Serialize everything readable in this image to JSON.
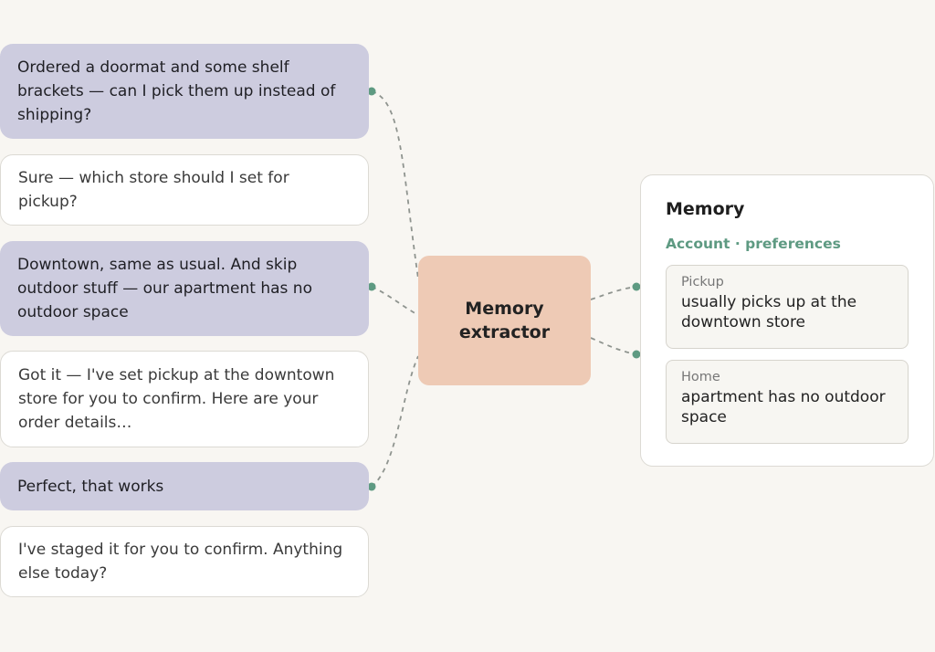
{
  "conversation": [
    {
      "role": "user",
      "text": "Ordered a doormat and some shelf brackets — can I pick them up instead of shipping?"
    },
    {
      "role": "assistant",
      "text": "Sure — which store should I set for pickup?"
    },
    {
      "role": "user",
      "text": "Downtown, same as usual. And skip outdoor stuff — our apartment has no outdoor space"
    },
    {
      "role": "assistant",
      "text": "Got it — I've set pickup at the downtown store for you to confirm. Here are your order details…"
    },
    {
      "role": "user",
      "text": "Perfect, that works"
    },
    {
      "role": "assistant",
      "text": "I've staged it for you to confirm. Anything else today?"
    }
  ],
  "extractor": {
    "label": "Memory extractor"
  },
  "memory": {
    "title": "Memory",
    "subtitle": "Account · preferences",
    "items": [
      {
        "label": "Pickup",
        "value": "usually picks up at the downtown store"
      },
      {
        "label": "Home",
        "value": "apartment has no outdoor space"
      }
    ]
  },
  "colors": {
    "user_bubble": "#cdccdf",
    "assistant_bubble": "#ffffff",
    "extractor": "#eecab5",
    "connector": "#5e9a82",
    "accent_text": "#5e9a82",
    "background": "#f8f6f2"
  }
}
